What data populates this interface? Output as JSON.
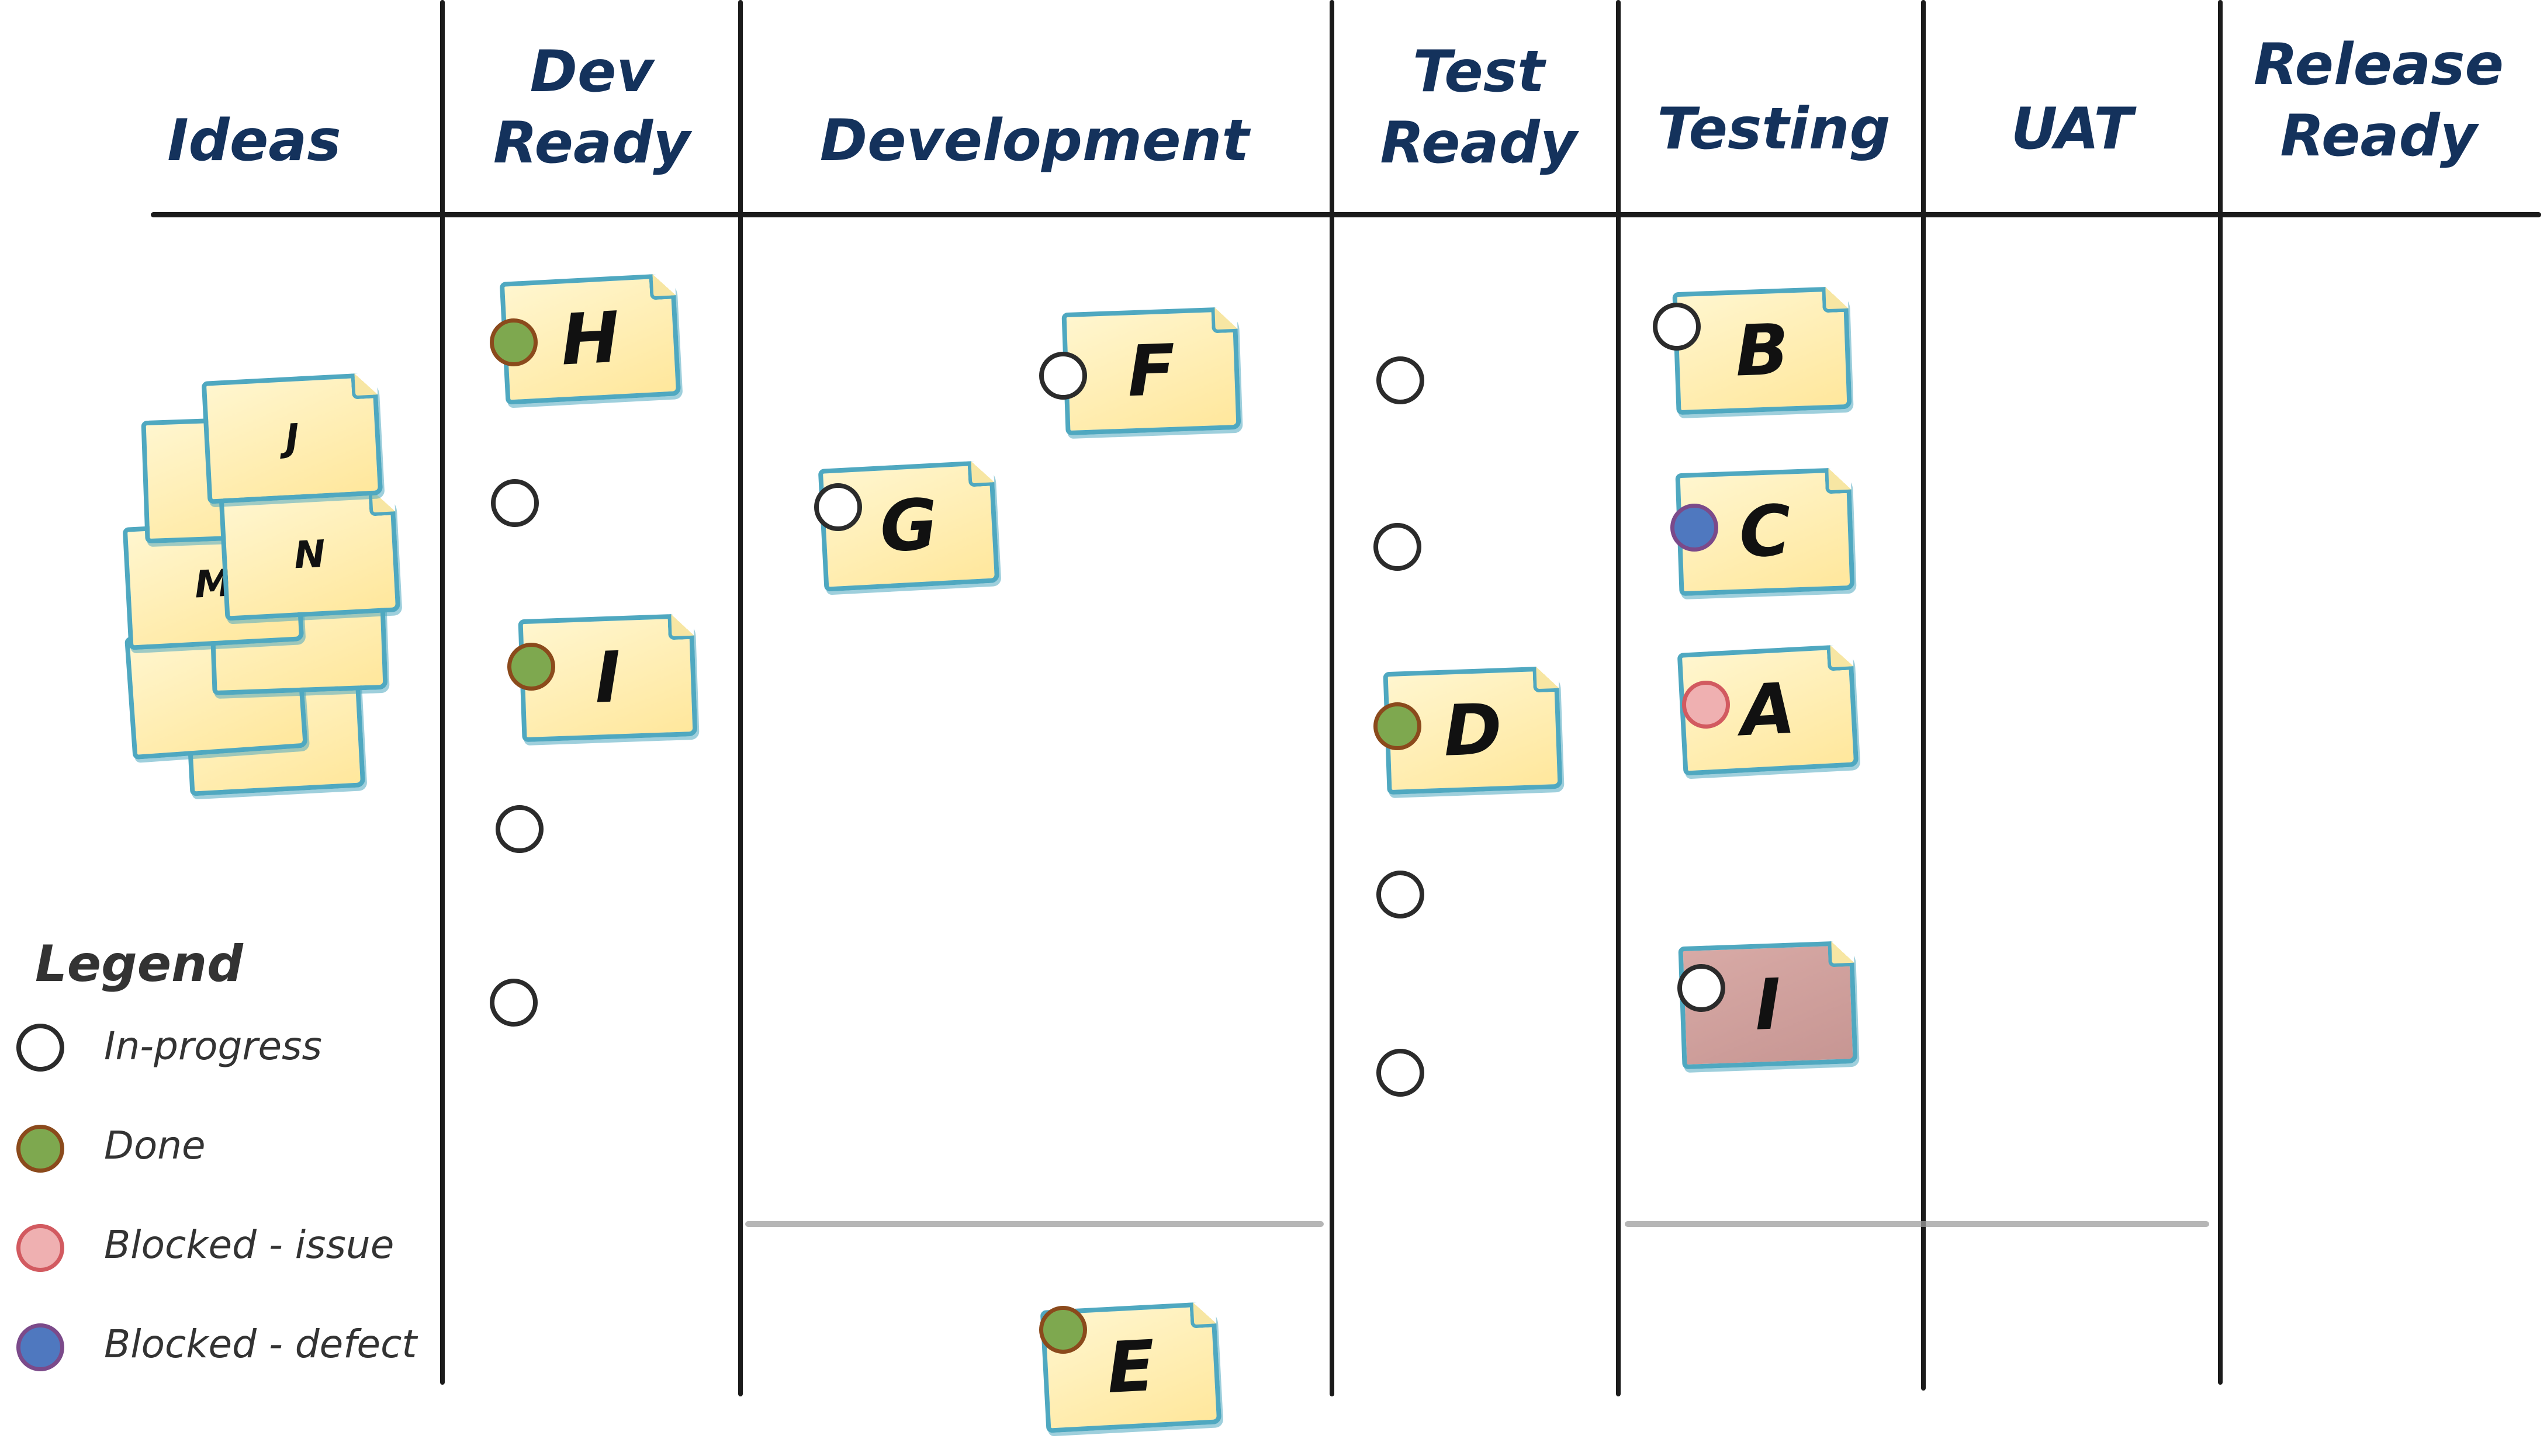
{
  "columns": [
    {
      "title": "Ideas"
    },
    {
      "title": "Dev\nReady"
    },
    {
      "title": "Development"
    },
    {
      "title": "Test\nReady"
    },
    {
      "title": "Testing"
    },
    {
      "title": "UAT"
    },
    {
      "title": "Release\nReady"
    }
  ],
  "colors": {
    "heading": "#14325c",
    "note_fill": "#ffe79c",
    "note_border": "#4fa8c0",
    "blocked_card_fill": "#c79693",
    "done": "#7ea84f",
    "blocked_issue": "#efb0b1",
    "blocked_defect": "#4f78bf"
  },
  "ideas_stack": [
    "J",
    "N",
    "M",
    "",
    "",
    ""
  ],
  "cards": [
    {
      "label": "H",
      "column": "Dev Ready",
      "status": "done"
    },
    {
      "label": "I",
      "column": "Dev Ready",
      "status": "done"
    },
    {
      "label": "F",
      "column": "Development",
      "status": "in-progress"
    },
    {
      "label": "G",
      "column": "Development",
      "status": "in-progress"
    },
    {
      "label": "E",
      "column": "Development",
      "status": "done",
      "lane": "below"
    },
    {
      "label": "D",
      "column": "Test Ready",
      "status": "done"
    },
    {
      "label": "B",
      "column": "Testing",
      "status": "in-progress"
    },
    {
      "label": "C",
      "column": "Testing",
      "status": "blocked-defect"
    },
    {
      "label": "A",
      "column": "Testing",
      "status": "blocked-issue"
    },
    {
      "label": "I",
      "column": "Testing",
      "status": "in-progress",
      "highlight": "blocked-card"
    }
  ],
  "empty_slots": [
    {
      "column": "Dev Ready",
      "count": 3
    },
    {
      "column": "Test Ready",
      "count": 4
    }
  ],
  "legend": {
    "title": "Legend",
    "items": [
      {
        "status": "in-progress",
        "label": "In-progress"
      },
      {
        "status": "done",
        "label": "Done"
      },
      {
        "status": "blocked-issue",
        "label": "Blocked - issue"
      },
      {
        "status": "blocked-defect",
        "label": "Blocked - defect"
      }
    ]
  }
}
